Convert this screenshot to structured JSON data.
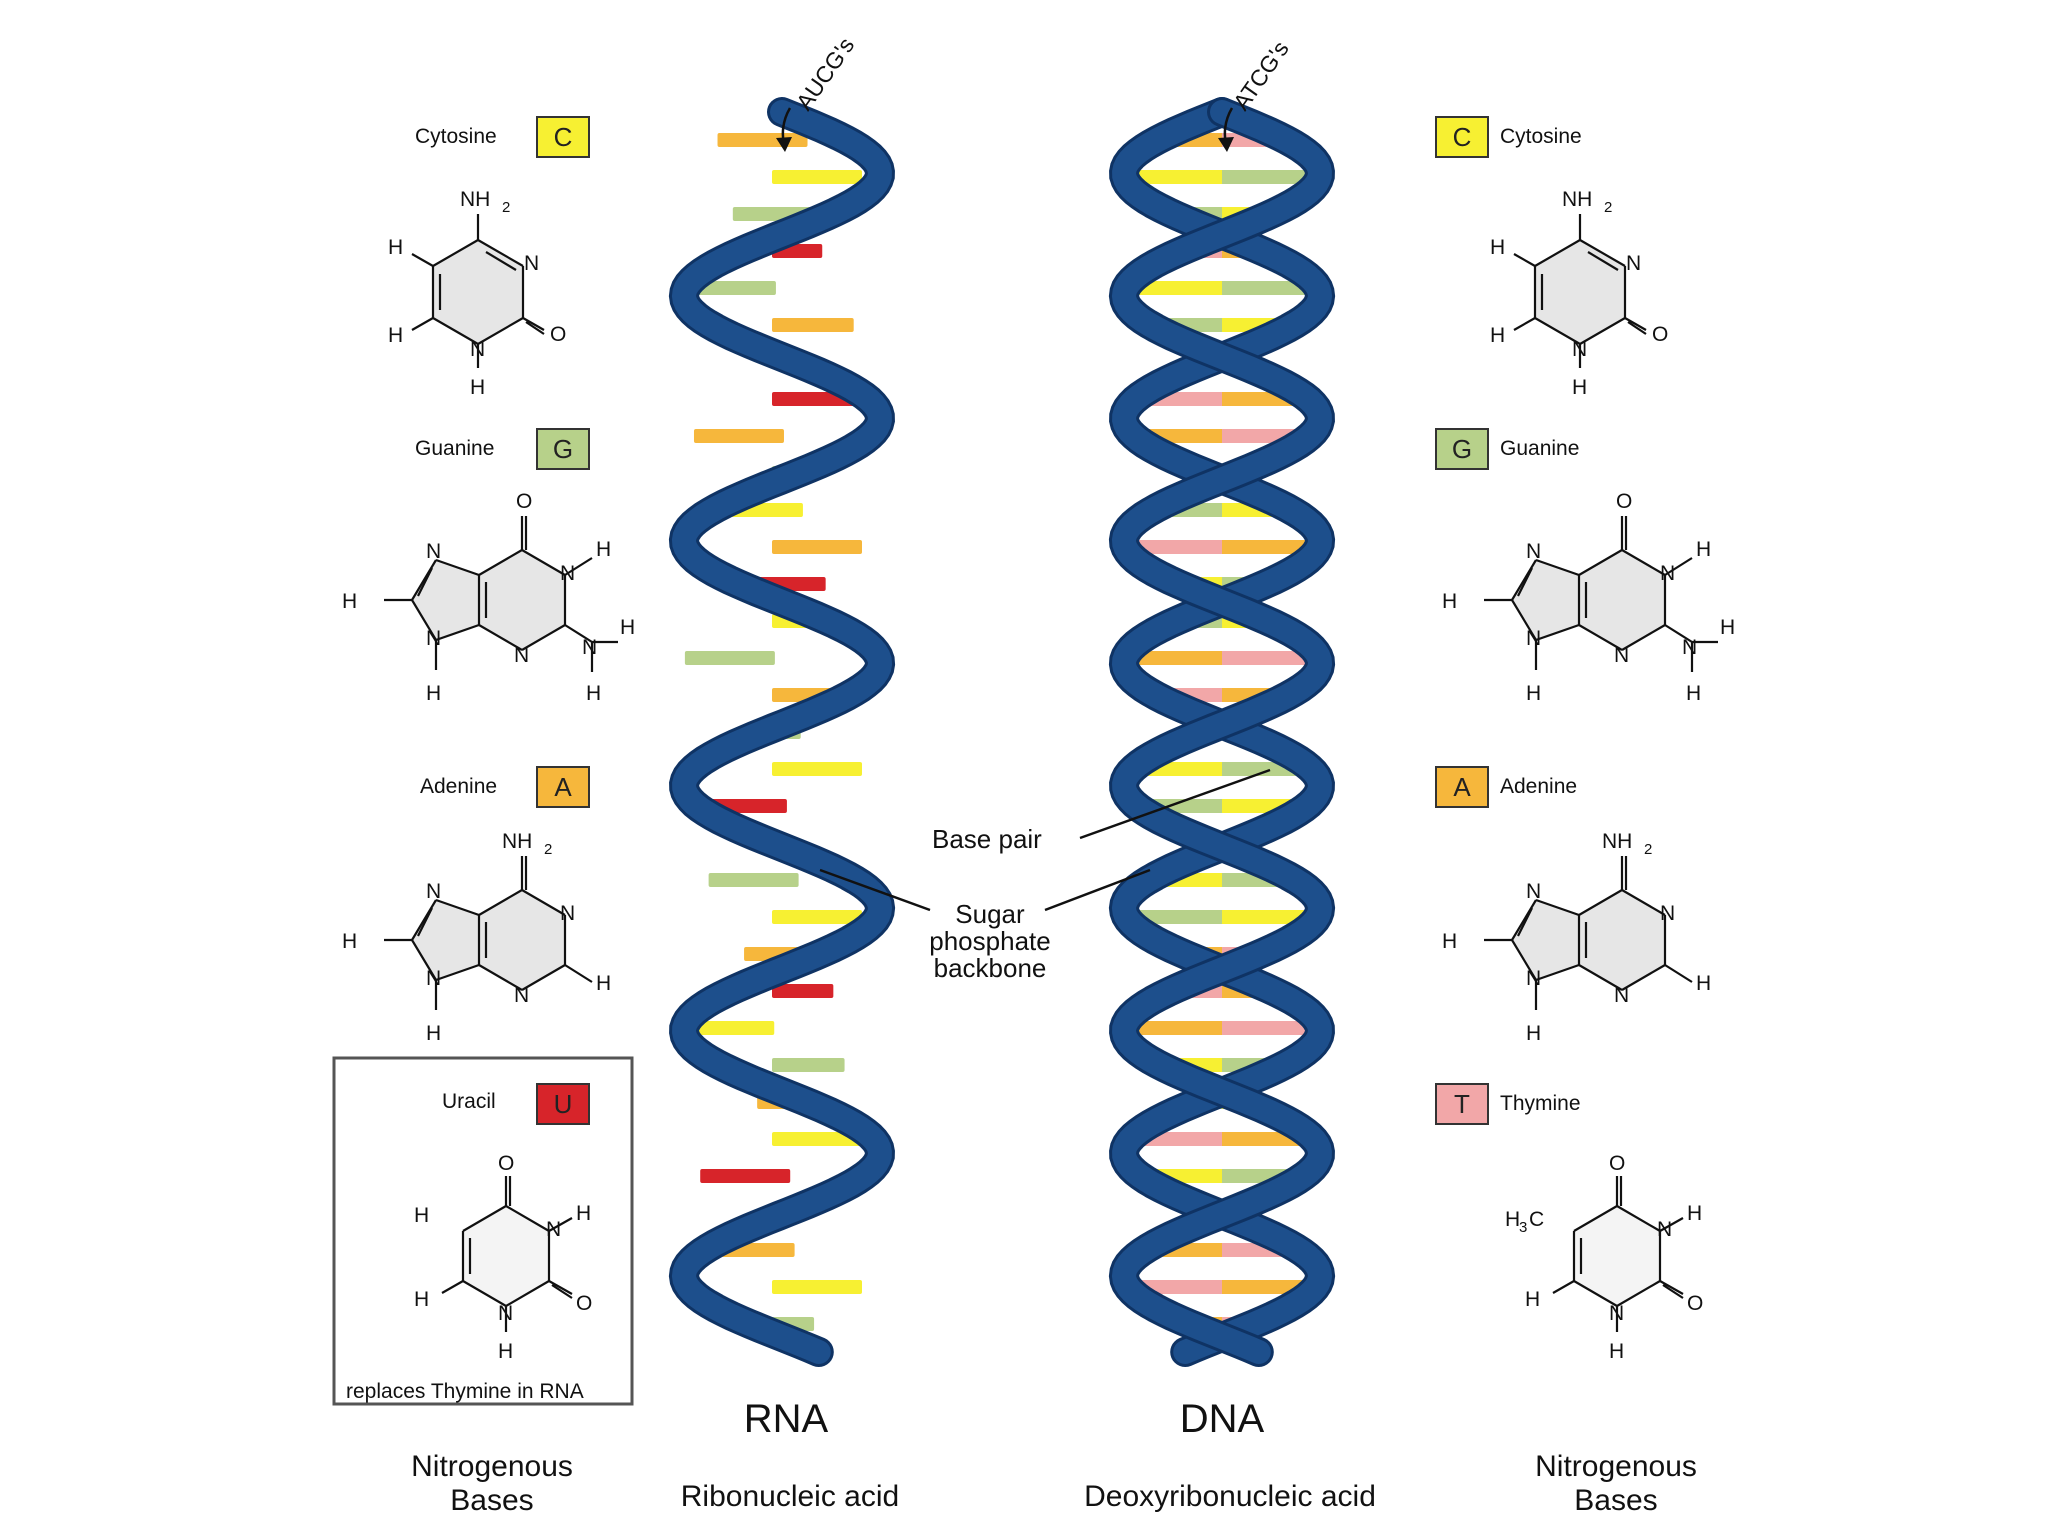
{
  "colors": {
    "backbone": "#1d4f8c",
    "backbone_edge": "#0f3364",
    "cytosine": "#f7f032",
    "guanine": "#b7d18a",
    "adenine": "#f6b73c",
    "thymine": "#f2a7a8",
    "uracil": "#d7242a"
  },
  "rna": {
    "title": "RNA",
    "subtitle": "Ribonucleic acid",
    "top_label": "AUCG's"
  },
  "dna": {
    "title": "DNA",
    "subtitle": "Deoxyribonucleic acid",
    "top_label": "ATCG's"
  },
  "annotations": {
    "base_pair": "Base pair",
    "sugar_line1": "Sugar",
    "sugar_line2": "phosphate",
    "sugar_line3": "backbone"
  },
  "left_bases": {
    "caption_line1": "Nitrogenous",
    "caption_line2": "Bases",
    "cytosine": {
      "name": "Cytosine",
      "letter": "C"
    },
    "guanine": {
      "name": "Guanine",
      "letter": "G"
    },
    "adenine": {
      "name": "Adenine",
      "letter": "A"
    },
    "uracil": {
      "name": "Uracil",
      "letter": "U",
      "note": "replaces Thymine in RNA"
    }
  },
  "right_bases": {
    "caption_line1": "Nitrogenous",
    "caption_line2": "Bases",
    "cytosine": {
      "name": "Cytosine",
      "letter": "C"
    },
    "guanine": {
      "name": "Guanine",
      "letter": "G"
    },
    "adenine": {
      "name": "Adenine",
      "letter": "A"
    },
    "thymine": {
      "name": "Thymine",
      "letter": "T"
    }
  },
  "atoms": {
    "C": "C",
    "N": "N",
    "O": "O",
    "H": "H",
    "NH": "NH",
    "H3": "H",
    "sub2": "2",
    "sub3": "3"
  }
}
